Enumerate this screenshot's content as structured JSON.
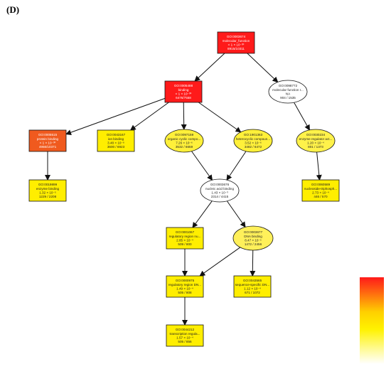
{
  "panel_label": "(D)",
  "nodes": [
    {
      "id": "n1",
      "name": "node-molecular-function-root",
      "shape": "rect",
      "fill": "#ff1a1a",
      "light": true,
      "lines": [
        "GO:0003674",
        "molecular_function",
        "< 1 × 10⁻³⁰",
        "8915/10311"
      ]
    },
    {
      "id": "n2",
      "name": "node-binding",
      "shape": "rect",
      "fill": "#ff1a1a",
      "light": true,
      "lines": [
        "GO:0005488",
        "binding",
        "< 1 × 10⁻³⁰",
        "6476/7558"
      ]
    },
    {
      "id": "n3",
      "name": "node-molecular-function-regulator",
      "shape": "ellipse",
      "fill": "#ffffff",
      "light": false,
      "lines": [
        "GO:0098772",
        "molecular function r...",
        "NA",
        "904 / 1535"
      ]
    },
    {
      "id": "n4",
      "name": "node-protein-binding",
      "shape": "rect",
      "fill": "#f05a1e",
      "light": true,
      "lines": [
        "GO:0005515",
        "protein binding",
        "< 1 × 10⁻³⁰",
        "4956/10371"
      ]
    },
    {
      "id": "n5",
      "name": "node-ion-binding",
      "shape": "rect",
      "fill": "#ffee00",
      "light": false,
      "lines": [
        "GO:0043167",
        "ion binding",
        "3.48 × 10⁻⁸",
        "3600 / 6923"
      ]
    },
    {
      "id": "n6",
      "name": "node-organic-cyclic-compound",
      "shape": "ellipse",
      "fill": "#fff03a",
      "light": false,
      "lines": [
        "GO:0097159",
        "organic cyclic compo...",
        "7.26 × 10⁻⁶",
        "3532 / 6659"
      ]
    },
    {
      "id": "n7",
      "name": "node-heterocyclic-compound",
      "shape": "ellipse",
      "fill": "#fff03a",
      "light": false,
      "lines": [
        "GO:1901363",
        "heterocyclic compoun...",
        "3.52 × 10⁻⁶",
        "3482 / 6472"
      ]
    },
    {
      "id": "n8",
      "name": "node-enzyme-regulator",
      "shape": "ellipse",
      "fill": "#fff24a",
      "light": false,
      "lines": [
        "GO:0030234",
        "enzyme regulator act...",
        "1.20 × 10⁻⁴",
        "801 / 1373"
      ]
    },
    {
      "id": "n9",
      "name": "node-enzyme-binding",
      "shape": "rect",
      "fill": "#ffee00",
      "light": false,
      "lines": [
        "GO:0019899",
        "enzyme binding",
        "1.32 × 10⁻⁵",
        "1229 / 2208"
      ]
    },
    {
      "id": "n10",
      "name": "node-nucleic-acid-binding",
      "shape": "ellipse",
      "fill": "#ffffff",
      "light": false,
      "lines": [
        "GO:0003676",
        "nucleic acid binding",
        "1.43 × 10⁻³",
        "2314 / 4415"
      ]
    },
    {
      "id": "n11",
      "name": "node-nucleoside-triphosphatase",
      "shape": "rect",
      "fill": "#ffee00",
      "light": false,
      "lines": [
        "GO:0060589",
        "nucleoside-triphosph...",
        "2.73 × 10⁻⁴",
        "446 / 570"
      ]
    },
    {
      "id": "n12",
      "name": "node-regulatory-region",
      "shape": "rect",
      "fill": "#ffee00",
      "light": false,
      "lines": [
        "GO:0001067",
        "regulatory region nu...",
        "2.85 × 10⁻⁴",
        "509 / 800"
      ]
    },
    {
      "id": "n13",
      "name": "node-dna-binding",
      "shape": "ellipse",
      "fill": "#fff05a",
      "light": false,
      "lines": [
        "GO:0003677",
        "DNA binding",
        "8.47 × 10⁻⁵",
        "1472 / 2456"
      ]
    },
    {
      "id": "n14",
      "name": "node-regulatory-region-dna",
      "shape": "rect",
      "fill": "#ffee00",
      "light": false,
      "lines": [
        "GO:0000975",
        "regulatory region DN...",
        "1.49 × 10⁻⁴",
        "505 / 808"
      ]
    },
    {
      "id": "n15",
      "name": "node-sequence-specific-dna",
      "shape": "rect",
      "fill": "#ffee00",
      "light": false,
      "lines": [
        "GO:0043565",
        "sequence-specific DN...",
        "1.12 × 10⁻⁴",
        "671 / 1072"
      ]
    },
    {
      "id": "n16",
      "name": "node-transcription-regulatory",
      "shape": "rect",
      "fill": "#ffee00",
      "light": false,
      "lines": [
        "GO:0044212",
        "transcription regula...",
        "1.57 × 10⁻⁴",
        "505 / 856"
      ]
    }
  ],
  "edges": [
    [
      "n1",
      "n2"
    ],
    [
      "n1",
      "n3"
    ],
    [
      "n2",
      "n4"
    ],
    [
      "n2",
      "n5"
    ],
    [
      "n2",
      "n6"
    ],
    [
      "n2",
      "n7"
    ],
    [
      "n3",
      "n8"
    ],
    [
      "n4",
      "n9"
    ],
    [
      "n8",
      "n11"
    ],
    [
      "n6",
      "n10"
    ],
    [
      "n7",
      "n10"
    ],
    [
      "n10",
      "n12"
    ],
    [
      "n10",
      "n13"
    ],
    [
      "n12",
      "n14"
    ],
    [
      "n13",
      "n14"
    ],
    [
      "n13",
      "n15"
    ],
    [
      "n14",
      "n16"
    ]
  ],
  "color_scale": {
    "top": "#ff1a1a",
    "middle": "#ffd000",
    "bottom": "#ffffff"
  }
}
